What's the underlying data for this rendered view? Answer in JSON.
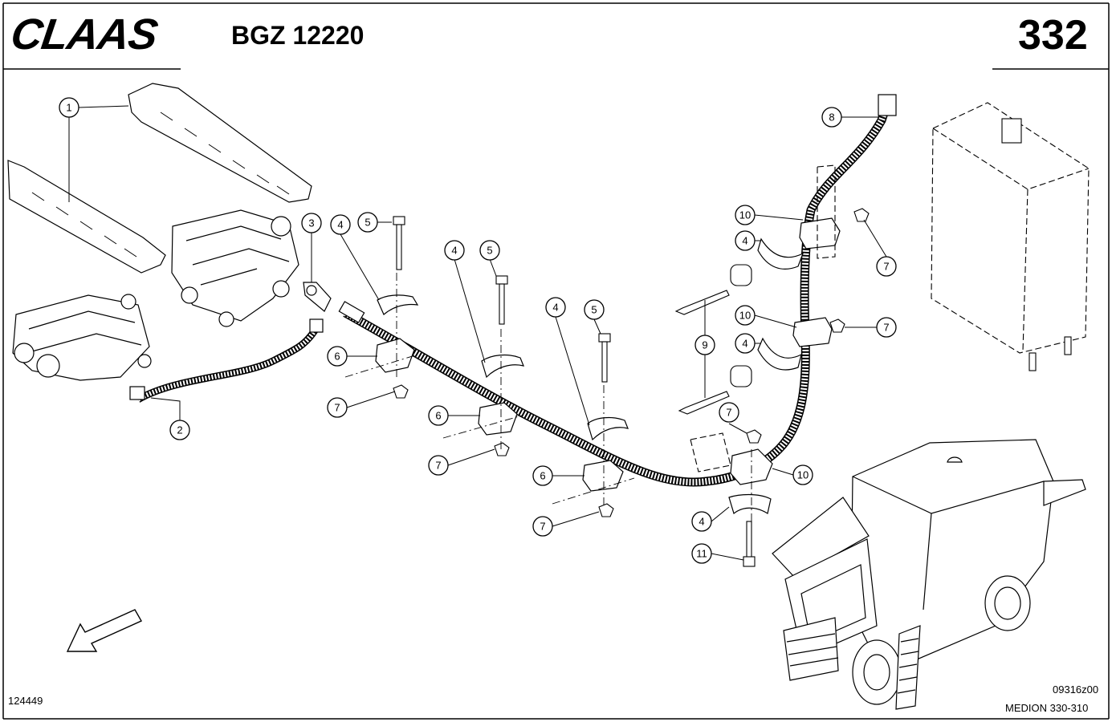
{
  "header": {
    "brand": "CLAAS",
    "doc_code": "BGZ 12220",
    "page_number": "332"
  },
  "footer": {
    "illustration_id": "124449",
    "drawing_code": "09316z00",
    "model": "MEDION 330-310"
  },
  "callouts": [
    "1",
    "2",
    "3",
    "4",
    "5",
    "6",
    "7",
    "8",
    "9",
    "10",
    "11"
  ]
}
